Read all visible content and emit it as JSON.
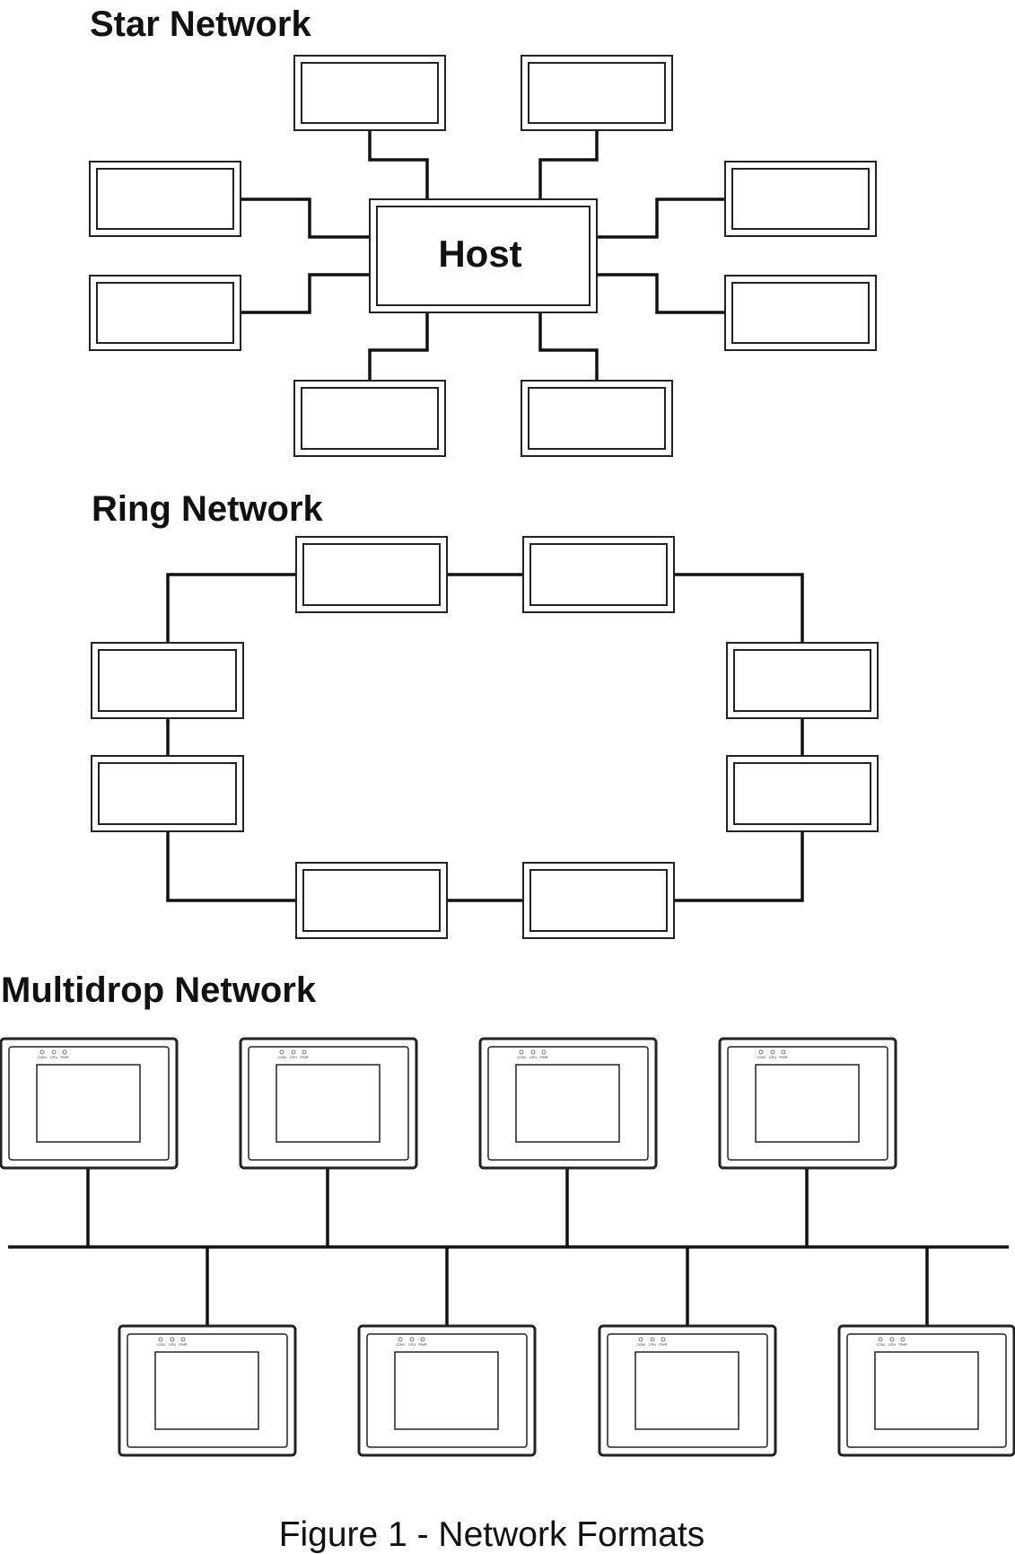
{
  "star": {
    "title": "Star Network",
    "host_label": "Host"
  },
  "ring": {
    "title": "Ring Network"
  },
  "multidrop": {
    "title": "Multidrop Network",
    "led_labels": [
      "COM",
      "CPU",
      "PWR"
    ]
  },
  "caption": "Figure 1 - Network Formats"
}
